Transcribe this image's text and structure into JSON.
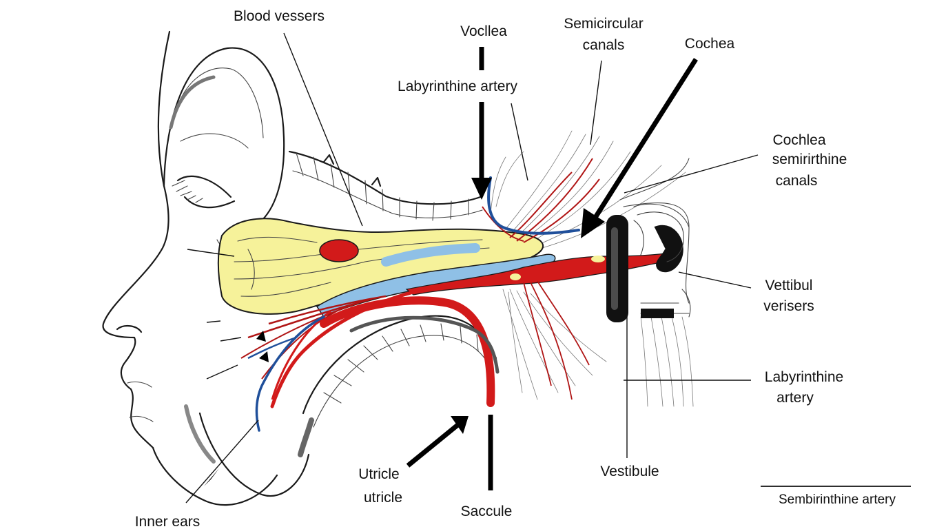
{
  "colors": {
    "yellow": "#f6f29a",
    "blue": "#8fc0e6",
    "red": "#d21a1a",
    "darkblue": "#1f4f9a",
    "black": "#111111"
  },
  "labels": {
    "blood_vessers": "Blood vessers",
    "vocllea": "Vocllea",
    "labyrinthine_artery_top": "Labyrinthine artery",
    "semicircular_1": "Semicircular",
    "semicircular_2": "canals",
    "cochea": "Cochea",
    "cochlea_semi_1": "Cochlea",
    "cochlea_semi_2": "semirirthine",
    "cochlea_semi_3": "canals",
    "vettibul_1": "Vettibul",
    "vettibul_2": "verisers",
    "labyrinthine_artery_right_1": "Labyrinthine",
    "labyrinthine_artery_right_2": "artery",
    "vestibule": "Vestibule",
    "sembirinthine_artery": "Sembirinthine artery",
    "utricle_1": "Utricle",
    "utricle_2": "utricle",
    "saccule": "Saccule",
    "inner_ears": "Inner ears"
  }
}
